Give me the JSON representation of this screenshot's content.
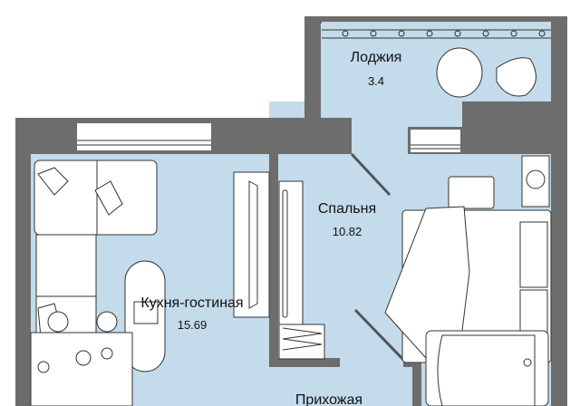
{
  "plan": {
    "colors": {
      "wall": "#6d6d6d",
      "floor": "#c3dbea",
      "furniture": "#ffffff"
    },
    "rooms": [
      {
        "name": "Лоджия",
        "area": "3.4"
      },
      {
        "name": "Спальня",
        "area": "10.82"
      },
      {
        "name": "Кухня-гостиная",
        "area": "15.69"
      },
      {
        "name": "Прихожая"
      }
    ]
  }
}
